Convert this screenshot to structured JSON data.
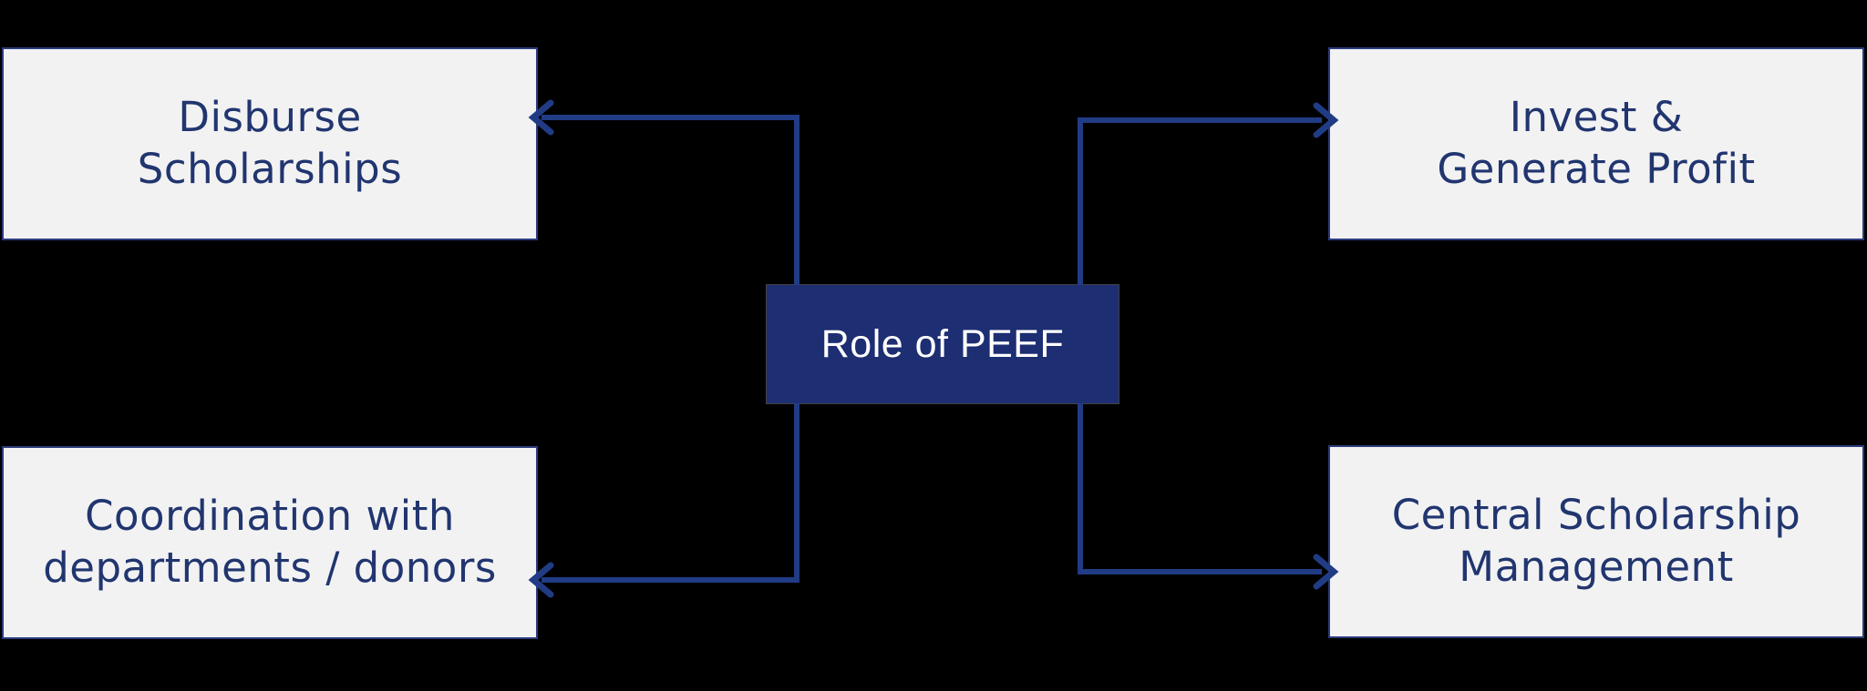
{
  "title": "Role of PEEF diagram",
  "center": {
    "label": "Role of PEEF"
  },
  "nodes": {
    "top_left": {
      "lines": [
        "Disburse",
        "Scholarships"
      ]
    },
    "top_right": {
      "lines": [
        "Invest &",
        "Generate Profit"
      ]
    },
    "bottom_left": {
      "lines": [
        "Coordination with",
        "departments / donors"
      ]
    },
    "bottom_right": {
      "lines": [
        "Central Scholarship",
        "Management"
      ]
    }
  },
  "icons": {
    "arrow_left": "left-chevron-arrowhead",
    "arrow_right": "right-chevron-arrowhead"
  },
  "colors": {
    "background": "#000000",
    "node_fill": "#f2f2f3",
    "node_border": "#2b3c7c",
    "node_text": "#21356f",
    "center_fill": "#1d2e72",
    "center_text": "#ffffff",
    "connector": "#213c85"
  }
}
